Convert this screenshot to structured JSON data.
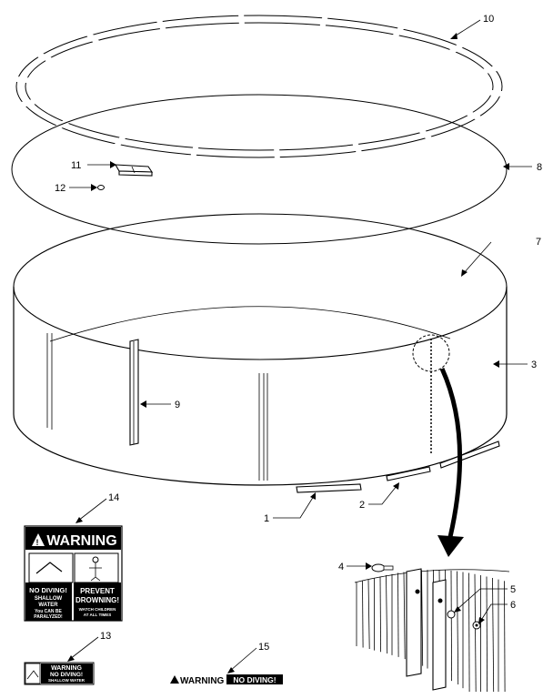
{
  "callouts": {
    "c1": "1",
    "c2": "2",
    "c3": "3",
    "c4": "4",
    "c5": "5",
    "c6": "6",
    "c7": "7",
    "c8": "8",
    "c9": "9",
    "c10": "10",
    "c11": "11",
    "c12": "12",
    "c13": "13",
    "c14": "14",
    "c15": "15"
  },
  "sign14": {
    "warning": "WARNING",
    "no_diving": "NO DIVING!",
    "shallow": "SHALLOW",
    "water": "WATER",
    "line3": "You CAN BE",
    "line4": "PARALYZED!",
    "prevent": "PREVENT",
    "drowning": "DROWNING!",
    "line5": "WATCH CHILDREN",
    "line6": "AT ALL TIMES"
  },
  "sign13": {
    "warning": "WARNING",
    "no_diving": "NO DIVING!",
    "shallow": "SHALLOW WATER"
  },
  "sign15": {
    "warning": "WARNING",
    "no_diving": "NO DIVING!"
  }
}
